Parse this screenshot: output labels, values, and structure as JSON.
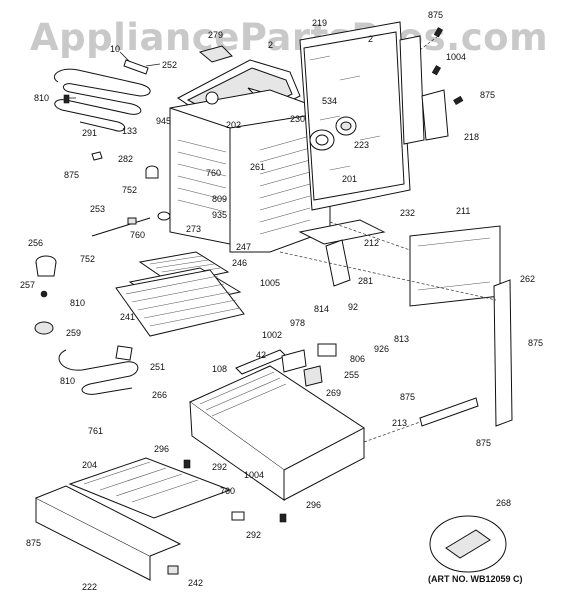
{
  "watermark": "AppliancePartsPros.com",
  "art_number": "(ART NO. WB12059 C)",
  "callouts": {
    "c875a": "875",
    "c219": "219",
    "c279": "279",
    "c2": "2",
    "c1004a": "1004",
    "c10": "10",
    "c252": "252",
    "c810a": "810",
    "c875b": "875",
    "c534": "534",
    "c230": "230",
    "c218": "218",
    "c945": "945",
    "c202": "202",
    "c291": "291",
    "c133": "133",
    "c223": "223",
    "c282": "282",
    "c261": "261",
    "c760a": "760",
    "c201": "201",
    "c875c": "875",
    "c752a": "752",
    "c809": "809",
    "c232": "232",
    "c211": "211",
    "c253": "253",
    "c935": "935",
    "c273": "273",
    "c760b": "760",
    "c212": "212",
    "c256": "256",
    "c247": "247",
    "c752b": "752",
    "c262": "262",
    "c246": "246",
    "c281": "281",
    "c1005": "1005",
    "c257": "257",
    "c810b": "810",
    "c814": "814",
    "c92": "92",
    "c241": "241",
    "c978": "978",
    "c813": "813",
    "c875d": "875",
    "c259": "259",
    "c1002": "1002",
    "c926": "926",
    "c806": "806",
    "c42": "42",
    "c251": "251",
    "c255": "255",
    "c108": "108",
    "c810c": "810",
    "c269": "269",
    "c266": "266",
    "c875e": "875",
    "c213": "213",
    "c761": "761",
    "c875f": "875",
    "c296a": "296",
    "c292a": "292",
    "c1004b": "1004",
    "c204": "204",
    "c760c": "760",
    "c296b": "296",
    "c268": "268",
    "c292b": "292",
    "c875g": "875",
    "c222": "222",
    "c242": "242"
  }
}
